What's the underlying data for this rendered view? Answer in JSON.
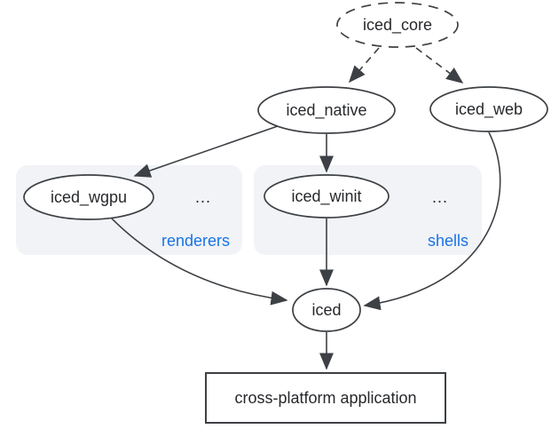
{
  "diagram": {
    "nodes": {
      "iced_core": {
        "label": "iced_core"
      },
      "iced_native": {
        "label": "iced_native"
      },
      "iced_web": {
        "label": "iced_web"
      },
      "iced_wgpu": {
        "label": "iced_wgpu"
      },
      "iced_winit": {
        "label": "iced_winit"
      },
      "iced": {
        "label": "iced"
      },
      "app": {
        "label": "cross-platform application"
      }
    },
    "groups": {
      "renderers": {
        "label": "renderers",
        "ellipsis": "..."
      },
      "shells": {
        "label": "shells",
        "ellipsis": "..."
      }
    },
    "edges": [
      {
        "from": "iced_core",
        "to": "iced_native",
        "style": "dashed"
      },
      {
        "from": "iced_core",
        "to": "iced_web",
        "style": "dashed"
      },
      {
        "from": "iced_native",
        "to": "iced_wgpu",
        "style": "solid"
      },
      {
        "from": "iced_native",
        "to": "iced_winit",
        "style": "solid"
      },
      {
        "from": "iced_wgpu",
        "to": "iced",
        "style": "solid"
      },
      {
        "from": "iced_winit",
        "to": "iced",
        "style": "solid"
      },
      {
        "from": "iced_web",
        "to": "iced",
        "style": "solid"
      },
      {
        "from": "iced",
        "to": "app",
        "style": "solid"
      }
    ],
    "colors": {
      "accent_blue": "#1a73e8",
      "line": "#3d4044",
      "group_fill": "#f1f3f6",
      "node_fill": "#ffffff",
      "text": "#26282b",
      "background": "#ffffff"
    }
  }
}
